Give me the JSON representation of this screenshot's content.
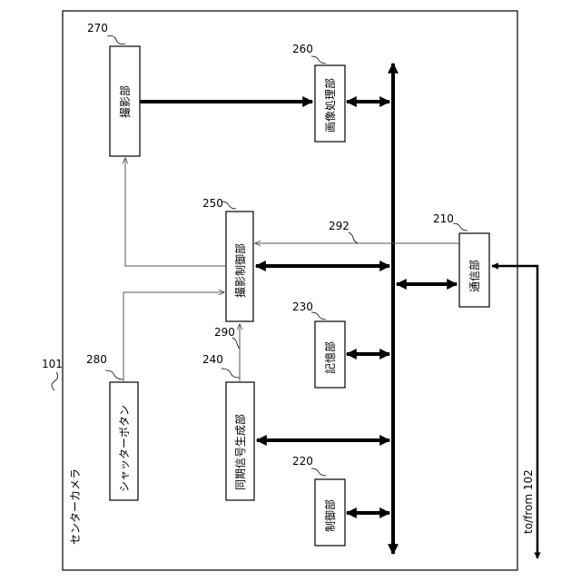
{
  "camera": {
    "ref": "101",
    "title": "センターカメラ"
  },
  "blocks": {
    "imaging": {
      "ref": "270",
      "label": "撮影部"
    },
    "image_processing": {
      "ref": "260",
      "label": "画像処理部"
    },
    "imaging_control": {
      "ref": "250",
      "label": "撮影制御部"
    },
    "shutter_button": {
      "ref": "280",
      "label": "シャッターボタン"
    },
    "sync_generator": {
      "ref": "240",
      "label": "同期信号生成部"
    },
    "storage": {
      "ref": "230",
      "label": "記憶部"
    },
    "control": {
      "ref": "220",
      "label": "制御部"
    },
    "communication": {
      "ref": "210",
      "label": "通信部"
    }
  },
  "signals": {
    "sync_line": "290",
    "comm_line": "292"
  },
  "external": {
    "label": "to/from 102"
  }
}
